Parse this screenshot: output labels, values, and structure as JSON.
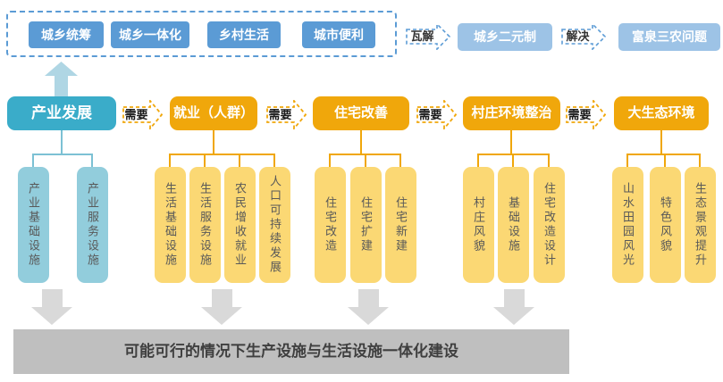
{
  "colors": {
    "blue": "#5B9BD5",
    "light_blue": "#9DC3E6",
    "teal": "#3AACC9",
    "teal_light": "#92CDDC",
    "gold": "#F0A70B",
    "gold_light": "#FBD874",
    "gray_arrow": "#D9D9D9",
    "gray_banner": "#BFBFBF"
  },
  "top": {
    "goals": [
      "城乡统筹",
      "城乡一体化",
      "乡村生活",
      "城市便利"
    ],
    "dissolve_label": "瓦解",
    "dual_system_node": "城乡二元制",
    "solve_label": "解决",
    "sannong_node": "富泉三农问题"
  },
  "main": {
    "need_label": "需要",
    "columns": [
      {
        "title": "产业发展",
        "children": [
          "产业基础设施",
          "产业服务设施"
        ]
      },
      {
        "title": "就业（人群）",
        "children": [
          "生活基础设施",
          "生活服务设施",
          "农民增收就业",
          "人口可持续发展"
        ]
      },
      {
        "title": "住宅改善",
        "children": [
          "住宅改造",
          "住宅扩建",
          "住宅新建"
        ]
      },
      {
        "title": "村庄环境整治",
        "children": [
          "村庄风貌",
          "基础设施",
          "住宅改造设计"
        ]
      },
      {
        "title": "大生态环境",
        "children": [
          "山水田园风光",
          "特色风貌",
          "生态景观提升"
        ]
      }
    ]
  },
  "bottom": {
    "banner": "可能可行的情况下生产设施与生活设施一体化建设"
  }
}
